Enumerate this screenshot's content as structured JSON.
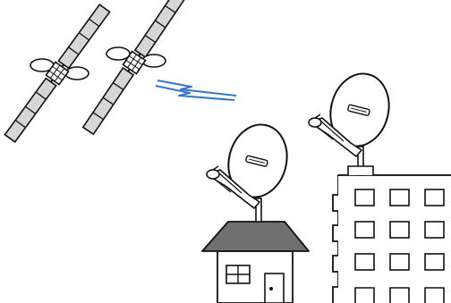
{
  "illustration": {
    "subject": "satellite-broadcast-reception",
    "elements": [
      "satellite",
      "satellite",
      "signal",
      "house",
      "apartment-building",
      "satellite-dish",
      "satellite-dish"
    ]
  },
  "colors": {
    "stroke": "#111111",
    "satellite_body": "#ffffff",
    "solar_panel": "#d6d6d6",
    "signal": "#3a74c9",
    "roof": "#6f6f6f",
    "dish": "#ffffff",
    "background": "#ffffff"
  }
}
